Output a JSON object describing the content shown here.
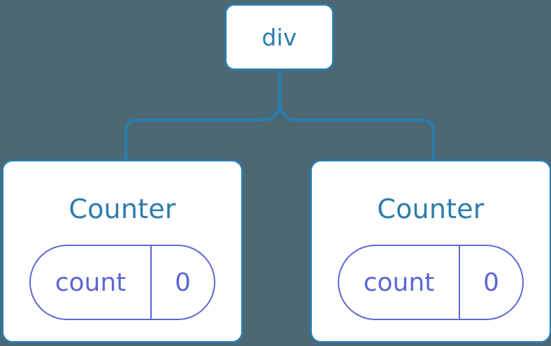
{
  "diagram": {
    "type": "component-tree",
    "background_color": "#4d6873",
    "node_border_color": "#2b7cad",
    "node_fill_color": "#ffffff",
    "connector_color": "#2b7cad",
    "state_pill_color": "#5e66d6",
    "title_color": "#2b7cad"
  },
  "root": {
    "label": "div"
  },
  "children": [
    {
      "label": "Counter",
      "state": {
        "key": "count",
        "value": "0"
      }
    },
    {
      "label": "Counter",
      "state": {
        "key": "count",
        "value": "0"
      }
    }
  ]
}
